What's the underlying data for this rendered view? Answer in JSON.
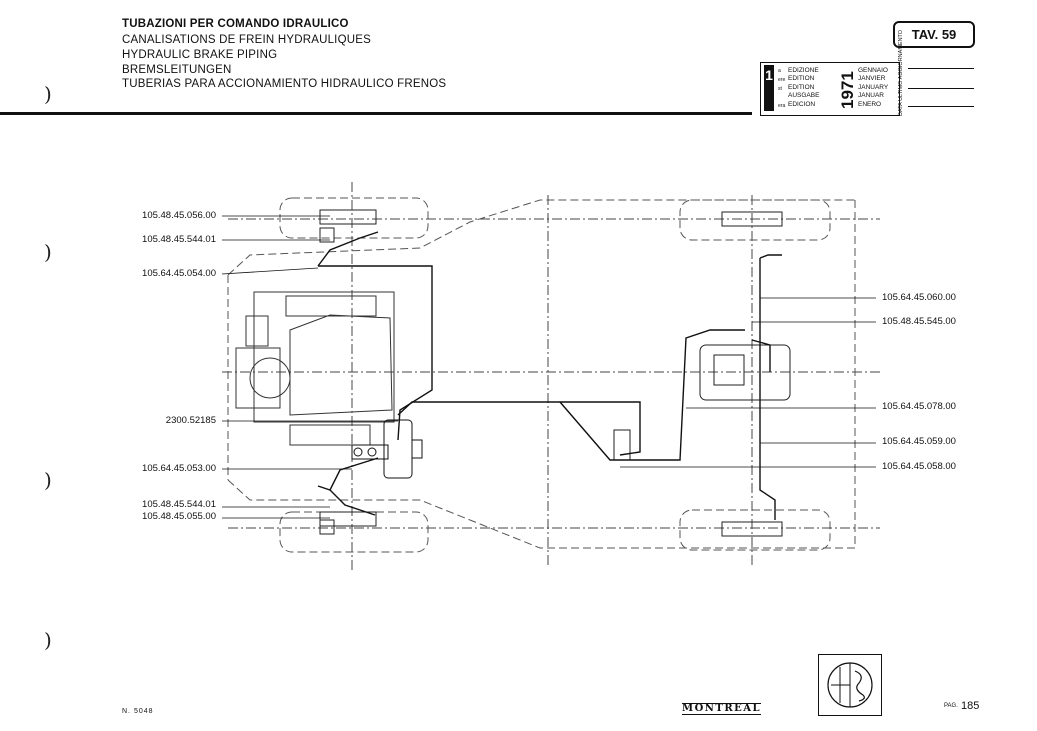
{
  "header": {
    "titles": [
      "TUBAZIONI PER COMANDO IDRAULICO",
      "CANALISATIONS DE FREIN HYDRAULIQUES",
      "HYDRAULIC BRAKE PIPING",
      "BREMSLEITUNGEN",
      "TUBERIAS PARA ACCIONAMIENTO HIDRAULICO FRENOS"
    ],
    "plate": "TAV. 59"
  },
  "edition": {
    "number": "1",
    "ordinals": [
      "a",
      "ere",
      "st",
      "",
      "era"
    ],
    "labels": [
      "EDIZIONE",
      "EDITION",
      "EDITION",
      "AUSGABE",
      "EDICION"
    ],
    "months": [
      "GENNAIO",
      "JANVIER",
      "JANUARY",
      "JANUAR",
      "ENERO"
    ],
    "year": "1971",
    "update_label": "DATA ULTIMO AGGIORNAMENTO"
  },
  "parts_left": [
    "105.48.45.056.00",
    "105.48.45.544.01",
    "105.64.45.054.00",
    "2300.52185",
    "105.64.45.053.00",
    "105.48.45.544.01",
    "105.48.45.055.00"
  ],
  "parts_right": [
    "105.64.45.060.00",
    "105.48.45.545.00",
    "105.64.45.078.00",
    "105.64.45.059.00",
    "105.64.45.058.00"
  ],
  "footer": {
    "drawing_number": "N. 5048",
    "brand": "MONTREAL",
    "page_label": "PAG.",
    "page_number": "185"
  }
}
